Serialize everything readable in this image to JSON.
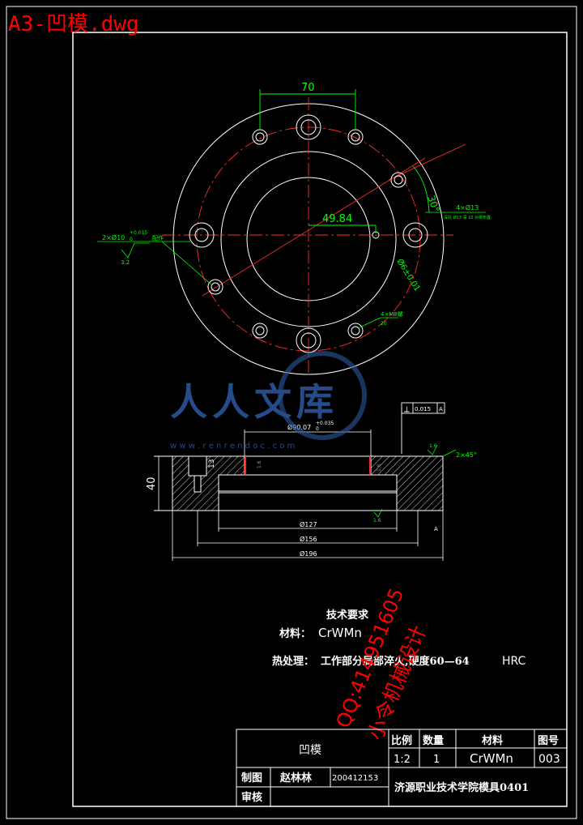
{
  "file_title": "A3-凹模.dwg",
  "plan_view": {
    "dim_70": "70",
    "dim_49_84": "49.84",
    "dim_30deg": "30°",
    "dim_phi6": "Ø6±0.01",
    "note_4x13": "4×Ø13",
    "note_4x13_sub": "深孔 Ø13 深 10 对称布置",
    "note_2x10": "2×Ø10",
    "note_2x10_tol": "+0.015",
    "note_2x10_tol2": "0",
    "note_2x10_suffix": "配作",
    "roughness_left": "3.2",
    "note_4xm8": "4×M8螺",
    "note_4xm8_sub": "20"
  },
  "section_view": {
    "flatness_sym": "⟂",
    "flatness_val": "0.015",
    "flatness_ref": "A",
    "dim_phi90": "Ø90.07",
    "dim_phi90_tol": "+0.035",
    "dim_phi90_tol2": "0",
    "dim_40": "40",
    "dim_13": "13",
    "rough_1": "1.6",
    "rough_2": "1.6",
    "rough_3": "1.6",
    "rough_4": "1.6",
    "chamfer": "2×45°",
    "dim_phi127": "Ø127",
    "dim_phi156": "Ø156",
    "dim_phi196": "Ø196",
    "datum": "A"
  },
  "watermark": {
    "brand": "人人文库",
    "url": "w w w . r e n r e n d o c . c o m",
    "qq": "QQ:414951605",
    "shop": "小令机械设计"
  },
  "tech_req": {
    "heading": "技术要求",
    "material_label": "材料：",
    "material_value": "CrWMn",
    "heat_label": "热处理：",
    "heat_value": "工作部分局部淬火,硬度60—64",
    "heat_unit": "HRC"
  },
  "title_block": {
    "part_name": "凹模",
    "h_scale": "比例",
    "h_qty": "数量",
    "h_material": "材料",
    "h_drawing_no": "图号",
    "v_scale": "1:2",
    "v_qty": "1",
    "v_material": "CrWMn",
    "v_drawing_no": "003",
    "l_drawn": "制图",
    "v_drawn": "赵林林",
    "v_id": "200412153",
    "l_check": "审核",
    "school": "济源职业技术学院模具0401"
  },
  "colors": {
    "geometry": "#ffffff",
    "dimension": "#00ff00",
    "centerline": "#ff2a2a",
    "title": "#ff0000",
    "watermark_blue": "#2c5aa0",
    "frame": "#ffffff"
  }
}
